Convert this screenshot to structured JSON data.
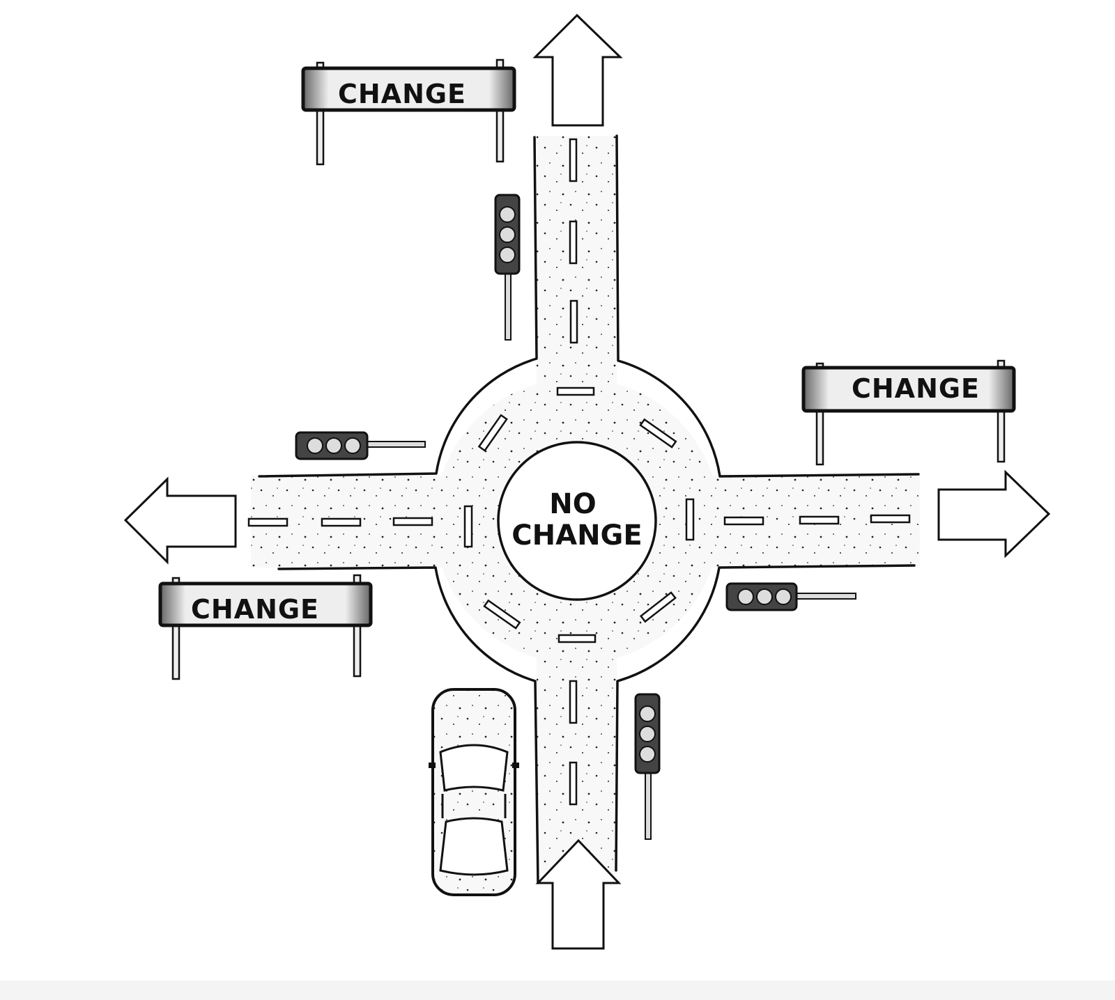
{
  "signs": [
    {
      "label": "CHANGE"
    },
    {
      "label": "CHANGE"
    },
    {
      "label": "CHANGE"
    }
  ],
  "center": {
    "line1": "NO",
    "line2": "CHANGE"
  },
  "colors": {
    "ink": "#111111",
    "road": "#f7f7f7",
    "background": "#ffffff"
  }
}
